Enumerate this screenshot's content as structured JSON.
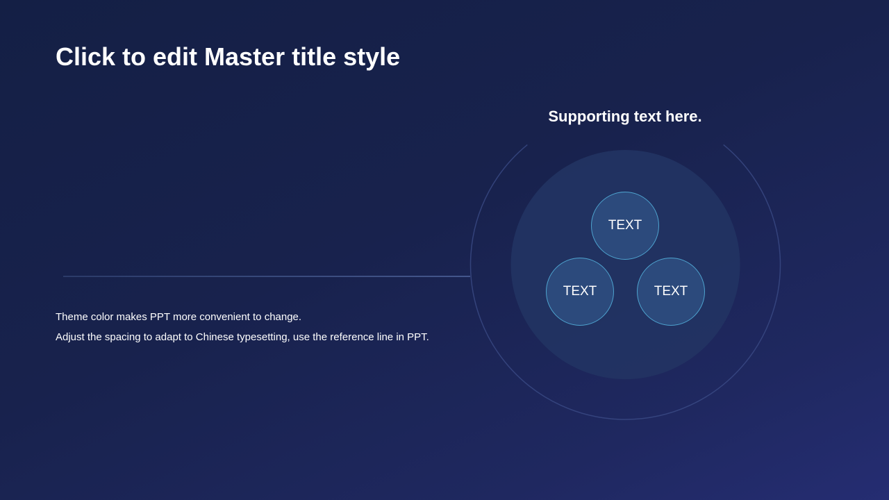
{
  "slide": {
    "title": "Click to edit Master title style",
    "supporting_text": "Supporting text here.",
    "body_lines": [
      "Theme color makes PPT more convenient to change.",
      "Adjust the spacing to adapt to Chinese typesetting, use the reference line in PPT."
    ],
    "diagram": {
      "nodes": [
        {
          "label": "TEXT"
        },
        {
          "label": "TEXT"
        },
        {
          "label": "TEXT"
        }
      ]
    }
  },
  "colors": {
    "background_start": "#141f45",
    "background_end": "#252d72",
    "inner_circle": "#223463",
    "node_fill": "#2c4a7c",
    "node_border": "#4ea3cf",
    "text": "#ffffff"
  }
}
